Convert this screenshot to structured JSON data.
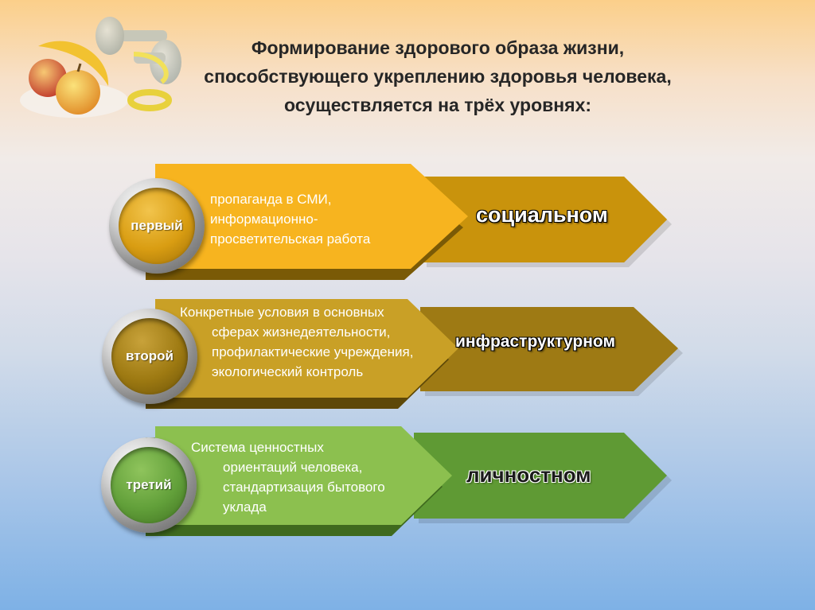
{
  "title_lines": [
    "Формирование здорового образа жизни,",
    "способствующего укреплению здоровья человека,",
    "осуществляется на трёх уровнях:"
  ],
  "levels": [
    {
      "ordinal": "первый",
      "description": [
        "пропаганда в СМИ,",
        "информационно-",
        "просветительская работа"
      ],
      "name": "социальном",
      "colors": {
        "light": "#f7b41f",
        "dark": "#c9930c",
        "core": "#d99d12"
      }
    },
    {
      "ordinal": "второй",
      "description": [
        "Конкретные условия в основных",
        "сферах жизнедеятельности,",
        "профилактические учреждения,",
        "экологический контроль"
      ],
      "name": "инфраструктурном",
      "colors": {
        "light": "#c9a026",
        "dark": "#9e7a14",
        "core": "#9e7a12"
      }
    },
    {
      "ordinal": "третий",
      "description": [
        "Система ценностных",
        "ориентаций человека,",
        "стандартизация бытового",
        "уклада"
      ],
      "name": "личностном",
      "colors": {
        "light": "#8cc04f",
        "dark": "#5f9a34",
        "core": "#62a03a"
      }
    }
  ],
  "decoration": {
    "image": "fruit-plate-dumbbells-tape-measure"
  }
}
